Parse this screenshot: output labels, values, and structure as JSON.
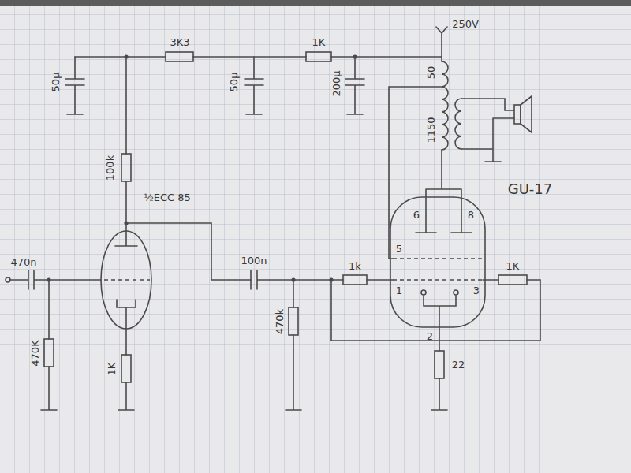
{
  "diagram": {
    "labels": [
      "3K3",
      "1K",
      "250V",
      "50µ",
      "50µ",
      "200µ",
      "50",
      "1150",
      "100k",
      "½ECC 85",
      "GU-17",
      "470n",
      "6",
      "8",
      "100n",
      "1k",
      "1",
      "3",
      "1K",
      "470K",
      "1K",
      "470k",
      "2",
      "22",
      "5"
    ]
  }
}
